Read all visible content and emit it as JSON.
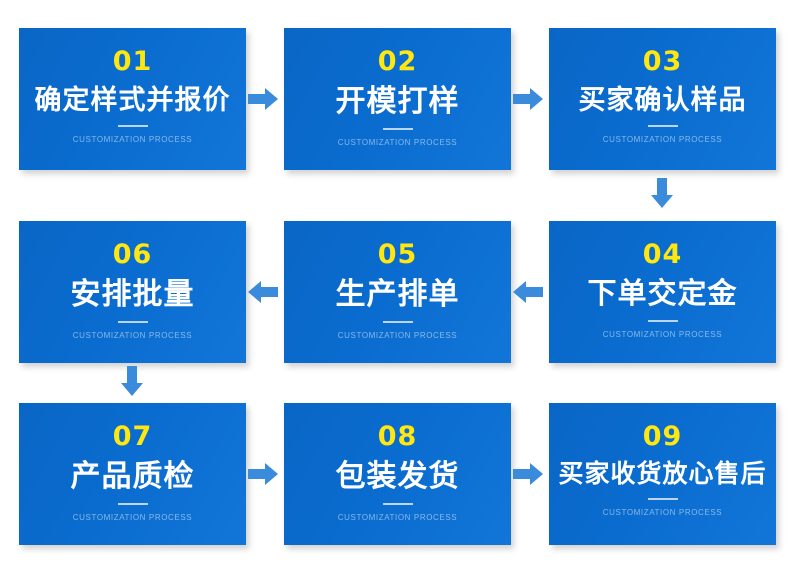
{
  "page": {
    "title": "定制流程图",
    "background_color": "#ffffff",
    "card_color_start": "#0a66c6",
    "card_color_end": "#1275d8",
    "number_color": "#ffe70f",
    "title_color": "#ffffff",
    "subtitle_color": "#ffffff80",
    "arrow_color": "#3b8bdd"
  },
  "steps": [
    {
      "number": "01",
      "title": "确定样式并报价",
      "subtitle": "CUSTOMIZATION PROCESS"
    },
    {
      "number": "02",
      "title": "开模打样",
      "subtitle": "CUSTOMIZATION PROCESS"
    },
    {
      "number": "03",
      "title": "买家确认样品",
      "subtitle": "CUSTOMIZATION PROCESS"
    },
    {
      "number": "04",
      "title": "下单交定金",
      "subtitle": "CUSTOMIZATION PROCESS"
    },
    {
      "number": "05",
      "title": "生产排单",
      "subtitle": "CUSTOMIZATION PROCESS"
    },
    {
      "number": "06",
      "title": "安排批量",
      "subtitle": "CUSTOMIZATION PROCESS"
    },
    {
      "number": "07",
      "title": "产品质检",
      "subtitle": "CUSTOMIZATION PROCESS"
    },
    {
      "number": "08",
      "title": "包装发货",
      "subtitle": "CUSTOMIZATION PROCESS"
    },
    {
      "number": "09",
      "title": "买家收货放心售后",
      "subtitle": "CUSTOMIZATION PROCESS"
    }
  ],
  "connectors": [
    {
      "name": "arrow-step1-to-step2",
      "direction": "right"
    },
    {
      "name": "arrow-step2-to-step3",
      "direction": "right"
    },
    {
      "name": "arrow-step3-to-step4",
      "direction": "down"
    },
    {
      "name": "arrow-step4-to-step5",
      "direction": "left"
    },
    {
      "name": "arrow-step5-to-step6",
      "direction": "left"
    },
    {
      "name": "arrow-step6-to-step7",
      "direction": "down"
    },
    {
      "name": "arrow-step7-to-step8",
      "direction": "right"
    },
    {
      "name": "arrow-step8-to-step9",
      "direction": "right"
    }
  ]
}
